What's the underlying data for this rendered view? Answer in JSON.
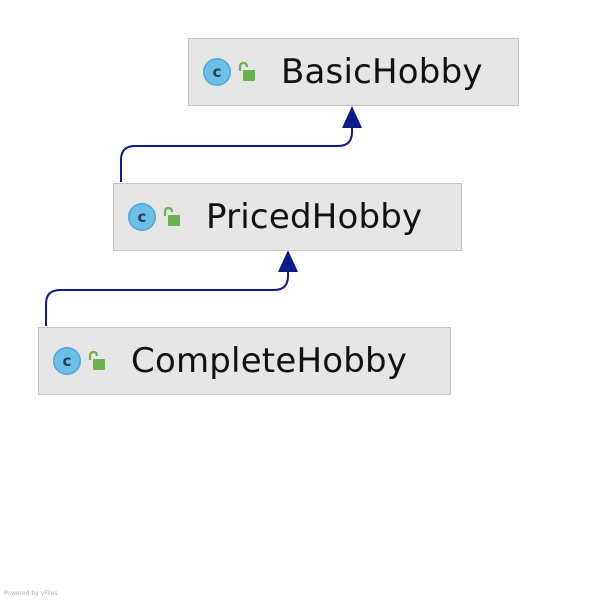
{
  "diagram": {
    "nodes": [
      {
        "id": "basic",
        "label": "BasicHobby",
        "icon_letter": "c",
        "icon_name": "class-icon",
        "visibility_icon": "unlock-icon"
      },
      {
        "id": "priced",
        "label": "PricedHobby",
        "icon_letter": "c",
        "icon_name": "class-icon",
        "visibility_icon": "unlock-icon"
      },
      {
        "id": "complete",
        "label": "CompleteHobby",
        "icon_letter": "c",
        "icon_name": "class-icon",
        "visibility_icon": "unlock-icon"
      }
    ],
    "edges": [
      {
        "from": "priced",
        "to": "basic",
        "type": "extends"
      },
      {
        "from": "complete",
        "to": "priced",
        "type": "extends"
      }
    ]
  },
  "colors": {
    "node_fill": "#e6e6e6",
    "node_border": "#c2c2c2",
    "edge": "#0d1b8c",
    "class_icon": "#6cbfe6",
    "lock_icon": "#6ab04c"
  },
  "footer": {
    "text": "Powered by yFiles"
  }
}
